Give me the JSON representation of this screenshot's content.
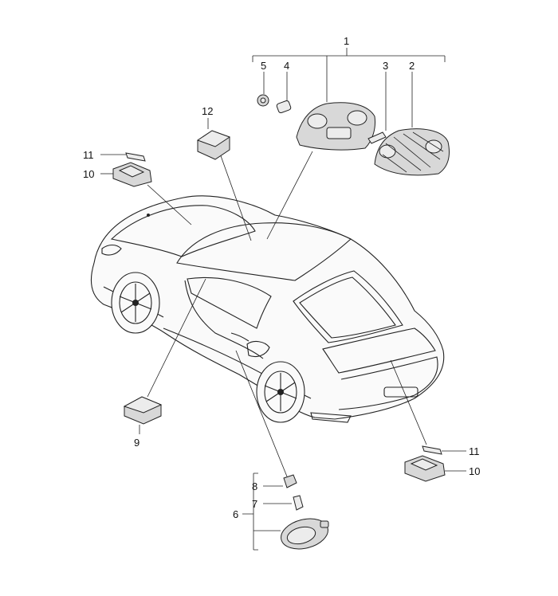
{
  "callouts": [
    {
      "id": "c1",
      "label": "1"
    },
    {
      "id": "c2",
      "label": "2"
    },
    {
      "id": "c3",
      "label": "3"
    },
    {
      "id": "c4",
      "label": "4"
    },
    {
      "id": "c5",
      "label": "5"
    },
    {
      "id": "c6",
      "label": "6"
    },
    {
      "id": "c7",
      "label": "7"
    },
    {
      "id": "c8",
      "label": "8"
    },
    {
      "id": "c9",
      "label": "9"
    },
    {
      "id": "c10a",
      "label": "10"
    },
    {
      "id": "c10b",
      "label": "10"
    },
    {
      "id": "c11a",
      "label": "11"
    },
    {
      "id": "c11b",
      "label": "11"
    },
    {
      "id": "c12",
      "label": "12"
    }
  ]
}
